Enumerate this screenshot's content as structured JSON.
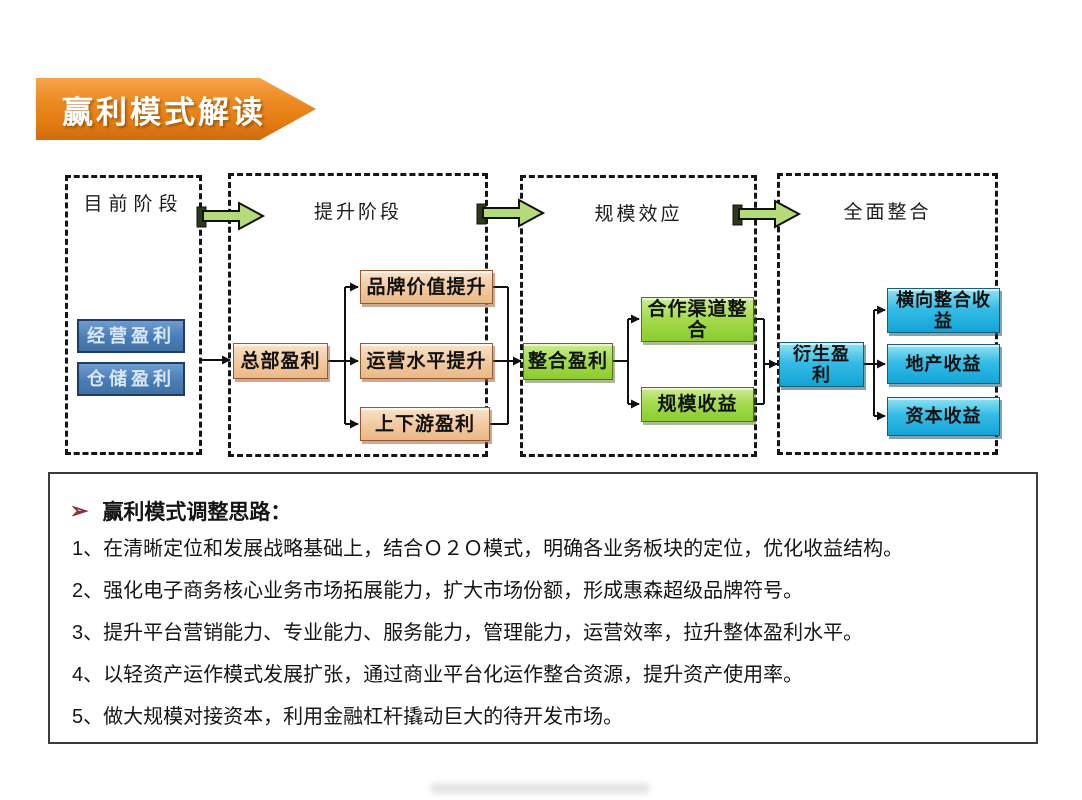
{
  "banner": {
    "title": "赢利模式解读"
  },
  "flow": {
    "stages": [
      {
        "label": "目前阶段",
        "boxes": [
          "经营盈利",
          "仓储盈利"
        ]
      },
      {
        "label": "提升阶段",
        "source": "总部盈利",
        "targets": [
          "品牌价值提升",
          "运营水平提升",
          "上下游盈利"
        ]
      },
      {
        "label": "规模效应",
        "source": "整合盈利",
        "targets": [
          "合作渠道整合",
          "规模收益"
        ]
      },
      {
        "label": "全面整合",
        "source": "衍生盈利",
        "targets": [
          "横向整合收益",
          "地产收益",
          "资本收益"
        ]
      }
    ]
  },
  "notes": {
    "bullet": "➢",
    "heading": "赢利模式调整思路：",
    "items": [
      "1、在清晰定位和发展战略基础上，结合Ｏ２Ｏ模式，明确各业务板块的定位，优化收益结构。",
      "2、强化电子商务核心业务市场拓展能力，扩大市场份额，形成惠森超级品牌符号。",
      "3、提升平台营销能力、专业能力、服务能力，管理能力，运营效率，拉升整体盈利水平。",
      "4、以轻资产运作模式发展扩张，通过商业平台化运作整合资源，提升资产使用率。",
      "5、做大规模对接资本，利用金融杠杆撬动巨大的待开发市场。"
    ]
  },
  "colors": {
    "banner_orange": "#e8821b",
    "arrow_green": "#b5da79",
    "peach_box": "#f3cda6",
    "green_box": "#a6dc50",
    "cyan_box": "#1caede",
    "blue_box": "#4a7db8",
    "bullet_maroon": "#8a2f3c"
  }
}
